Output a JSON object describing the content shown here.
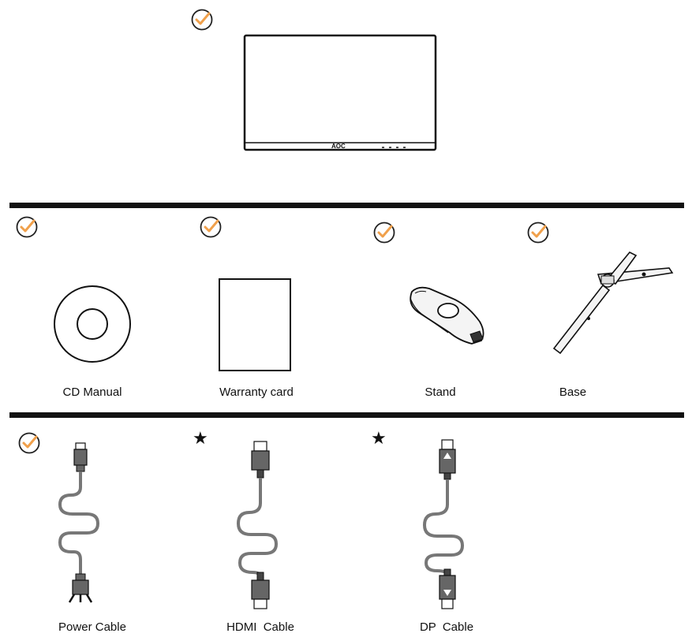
{
  "items": {
    "cd": {
      "label": "CD Manual",
      "status": "included"
    },
    "warranty": {
      "label": "Warranty card",
      "status": "included"
    },
    "stand": {
      "label": "Stand",
      "status": "included"
    },
    "base": {
      "label": "Base",
      "status": "included"
    },
    "power": {
      "label": "Power Cable",
      "status": "included"
    },
    "hdmi": {
      "label": "HDMI  Cable",
      "status": "optional"
    },
    "dp": {
      "label": "DP  Cable",
      "status": "optional"
    },
    "monitor": {
      "status": "included"
    }
  },
  "marks": {
    "optional_symbol": "★"
  },
  "colors": {
    "check": "#f0a04b",
    "line": "#111111"
  }
}
